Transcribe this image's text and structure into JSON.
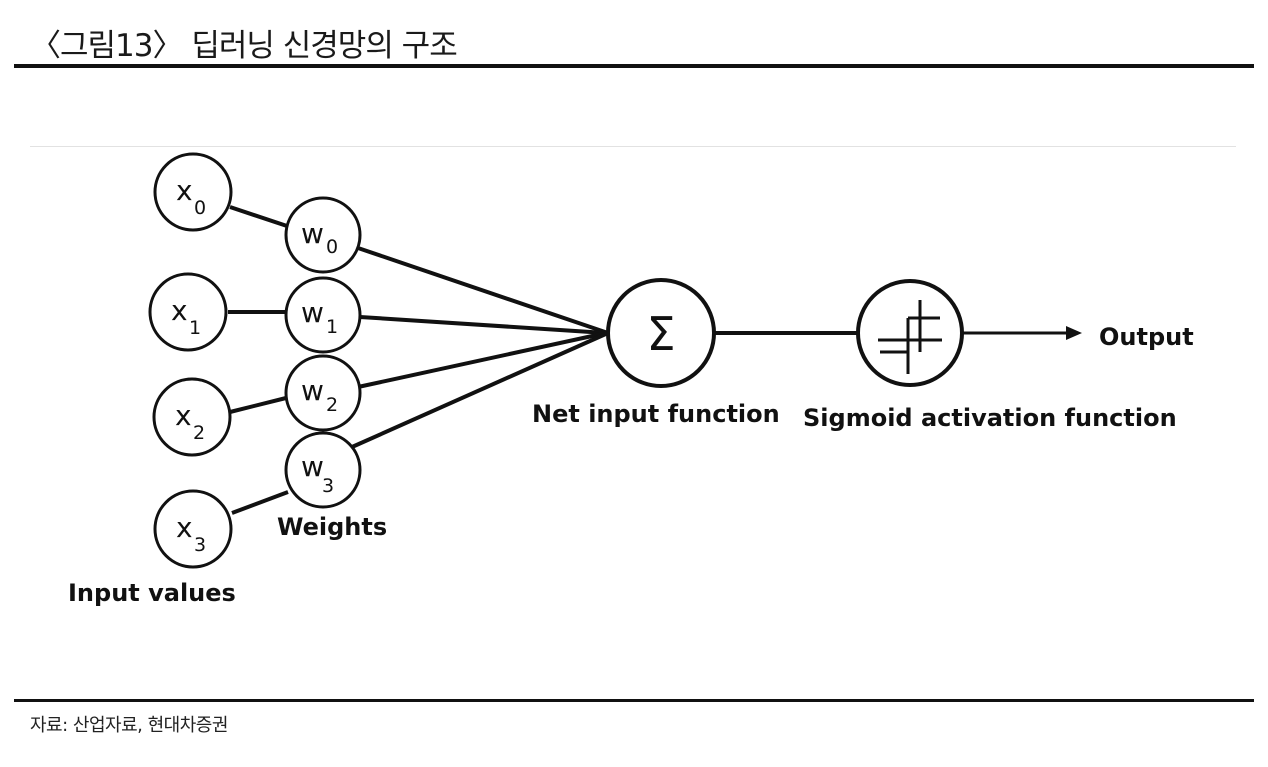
{
  "header": {
    "title": "〈그림13〉 딥러닝 신경망의 구조"
  },
  "diagram": {
    "inputs": [
      {
        "base": "x",
        "sub": "0"
      },
      {
        "base": "x",
        "sub": "1"
      },
      {
        "base": "x",
        "sub": "2"
      },
      {
        "base": "x",
        "sub": "3"
      }
    ],
    "weights": [
      {
        "base": "w",
        "sub": "0"
      },
      {
        "base": "w",
        "sub": "1"
      },
      {
        "base": "w",
        "sub": "2"
      },
      {
        "base": "w",
        "sub": "3"
      }
    ],
    "sum_symbol": "Σ",
    "labels": {
      "input_values": "Input values",
      "weights": "Weights",
      "net_input": "Net input function",
      "activation": "Sigmoid activation function",
      "output": "Output"
    },
    "sum_icon": "sigma-icon",
    "activation_icon": "step-function-icon",
    "arrow_icon": "arrow-right-icon"
  },
  "footer": {
    "source": "자료: 산업자료, 현대차증권"
  }
}
